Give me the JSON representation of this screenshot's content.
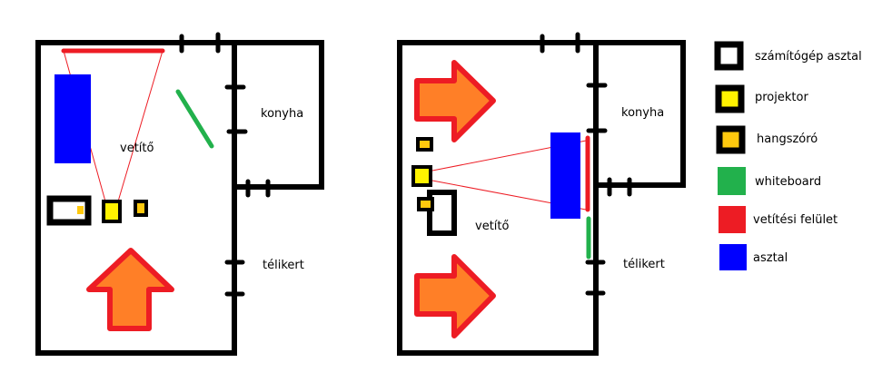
{
  "colors": {
    "wall": "#000000",
    "screen": "#ed1c24",
    "desk": "#0000ff",
    "whiteboard": "#22b14c",
    "projector": "#fff200",
    "speaker": "#ffc90e",
    "arrow_fill": "#ff7f27",
    "arrow_stroke": "#ed1c24"
  },
  "plan_a": {
    "room_label": "vetítő",
    "kitchen_label": "konyha",
    "garden_label": "télikert"
  },
  "plan_b": {
    "room_label": "vetítő",
    "kitchen_label": "konyha",
    "garden_label": "télikert"
  },
  "legend": [
    {
      "icon": "computer-desk-icon",
      "label": "számítógép asztal"
    },
    {
      "icon": "projector-icon",
      "label": "projektor"
    },
    {
      "icon": "speaker-icon",
      "label": "hangszóró"
    },
    {
      "icon": "whiteboard-icon",
      "label": "whiteboard"
    },
    {
      "icon": "projection-surface-icon",
      "label": "vetítési felület"
    },
    {
      "icon": "desk-icon",
      "label": "asztal"
    }
  ]
}
